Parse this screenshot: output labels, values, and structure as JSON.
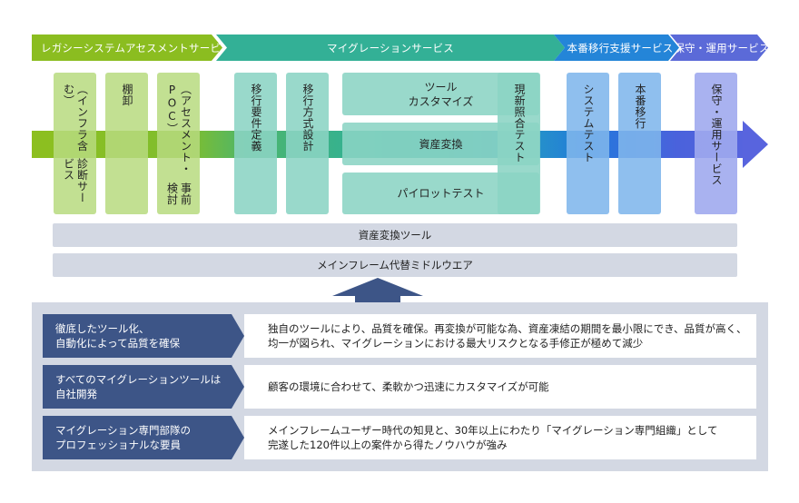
{
  "phases": [
    {
      "label": "レガシーシステムアセスメントサービス",
      "color": "#8bbd20"
    },
    {
      "label": "マイグレーションサービス",
      "color": "#33b096"
    },
    {
      "label": "本番移行支援サービス",
      "color": "#2485d8"
    },
    {
      "label": "保守・運用サービス",
      "color": "#5b6ad8"
    }
  ],
  "steps": {
    "diagnosis": {
      "line1": "診断サービス",
      "line2": "（インフラ含む）"
    },
    "inventory": {
      "line1": "棚卸"
    },
    "pre_study": {
      "line1": "事前検討",
      "line2": "（アセスメント・POC）"
    },
    "requirements": {
      "line1": "移行要件定義"
    },
    "design": {
      "line1": "移行方式設計"
    },
    "tool_customize": {
      "line1": "ツール",
      "line2": "カスタマイズ"
    },
    "asset_conversion": {
      "line1": "資産変換"
    },
    "pilot_test": {
      "line1": "パイロットテスト"
    },
    "comparison_test": {
      "line1": "現新照合テスト"
    },
    "system_test": {
      "line1": "システムテスト"
    },
    "production_migration": {
      "line1": "本番移行"
    },
    "maintenance": {
      "line1": "保守・運用サービス"
    }
  },
  "tools": [
    {
      "label": "資産変換ツール"
    },
    {
      "label": "メインフレーム代替ミドルウエア"
    }
  ],
  "strengths": [
    {
      "title": [
        "徹底したツール化、",
        "自動化によって品質を確保"
      ],
      "description": [
        "独自のツールにより、品質を確保。再変換が可能な為、資産凍結の期間を最小限にでき、品質が高く、",
        "均一が図られ、マイグレーションにおける最大リスクとなる手修正が極めて減少"
      ]
    },
    {
      "title": [
        "すべてのマイグレーションツールは",
        "自社開発"
      ],
      "description": [
        "顧客の環境に合わせて、柔軟かつ迅速にカスタマイズが可能"
      ]
    },
    {
      "title": [
        "マイグレーション専門部隊の",
        "プロフェッショナルな要員"
      ],
      "description": [
        "メインフレームユーザー時代の知見と、30年以上にわたり「マイグレーション専門組織」として",
        "完遂した120件以上の案件から得たノウハウが強み"
      ]
    }
  ],
  "colors": {
    "strength_label_bg": "#3d5587",
    "panel_bg": "#d3d8e3",
    "arrow_up": "#3d5587"
  }
}
